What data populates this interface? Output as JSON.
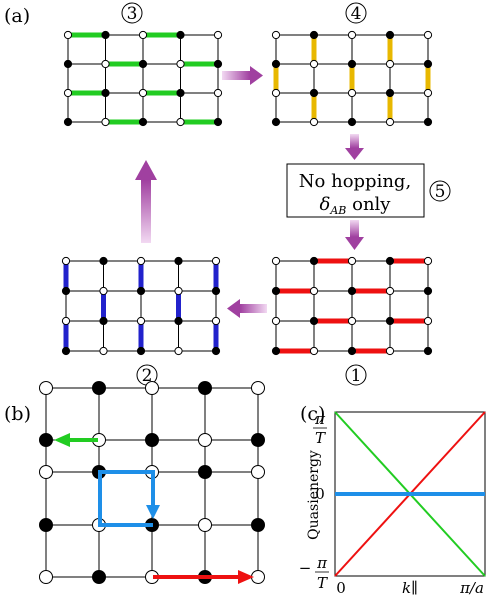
{
  "panel_labels": {
    "a": "(a)",
    "b": "(b)",
    "c": "(c)"
  },
  "steps": [
    "1",
    "2",
    "3",
    "4",
    "5"
  ],
  "box": {
    "line1": "No hopping,",
    "delta": "δ",
    "sub": "AB",
    "line2_suffix": " only"
  },
  "colors": {
    "green": "#22cc22",
    "gold": "#e8b800",
    "blue": "#2222cc",
    "red": "#ee1111",
    "cyan": "#1e8fe8",
    "arrow_start": "#f2d9f2",
    "arrow_end": "#a040a0"
  },
  "chart_data": {
    "type": "line",
    "xlabel": "",
    "ylabel": "Quasienergy",
    "x_ticks": [
      "0",
      "k∥",
      "π/a"
    ],
    "y_ticks": [
      {
        "label": "π",
        "denom": "T",
        "sign": ""
      },
      {
        "label": "0",
        "denom": "",
        "sign": ""
      },
      {
        "label": "π",
        "denom": "T",
        "sign": "−"
      }
    ],
    "series": [
      {
        "color": "red",
        "x": [
          0,
          1
        ],
        "y": [
          -1,
          1
        ]
      },
      {
        "color": "green",
        "x": [
          0,
          1
        ],
        "y": [
          1,
          -1
        ]
      },
      {
        "color": "blue",
        "x": [
          0,
          1
        ],
        "y": [
          0,
          0
        ]
      }
    ],
    "xlim": [
      0,
      1
    ],
    "ylim": [
      -1,
      1
    ]
  }
}
